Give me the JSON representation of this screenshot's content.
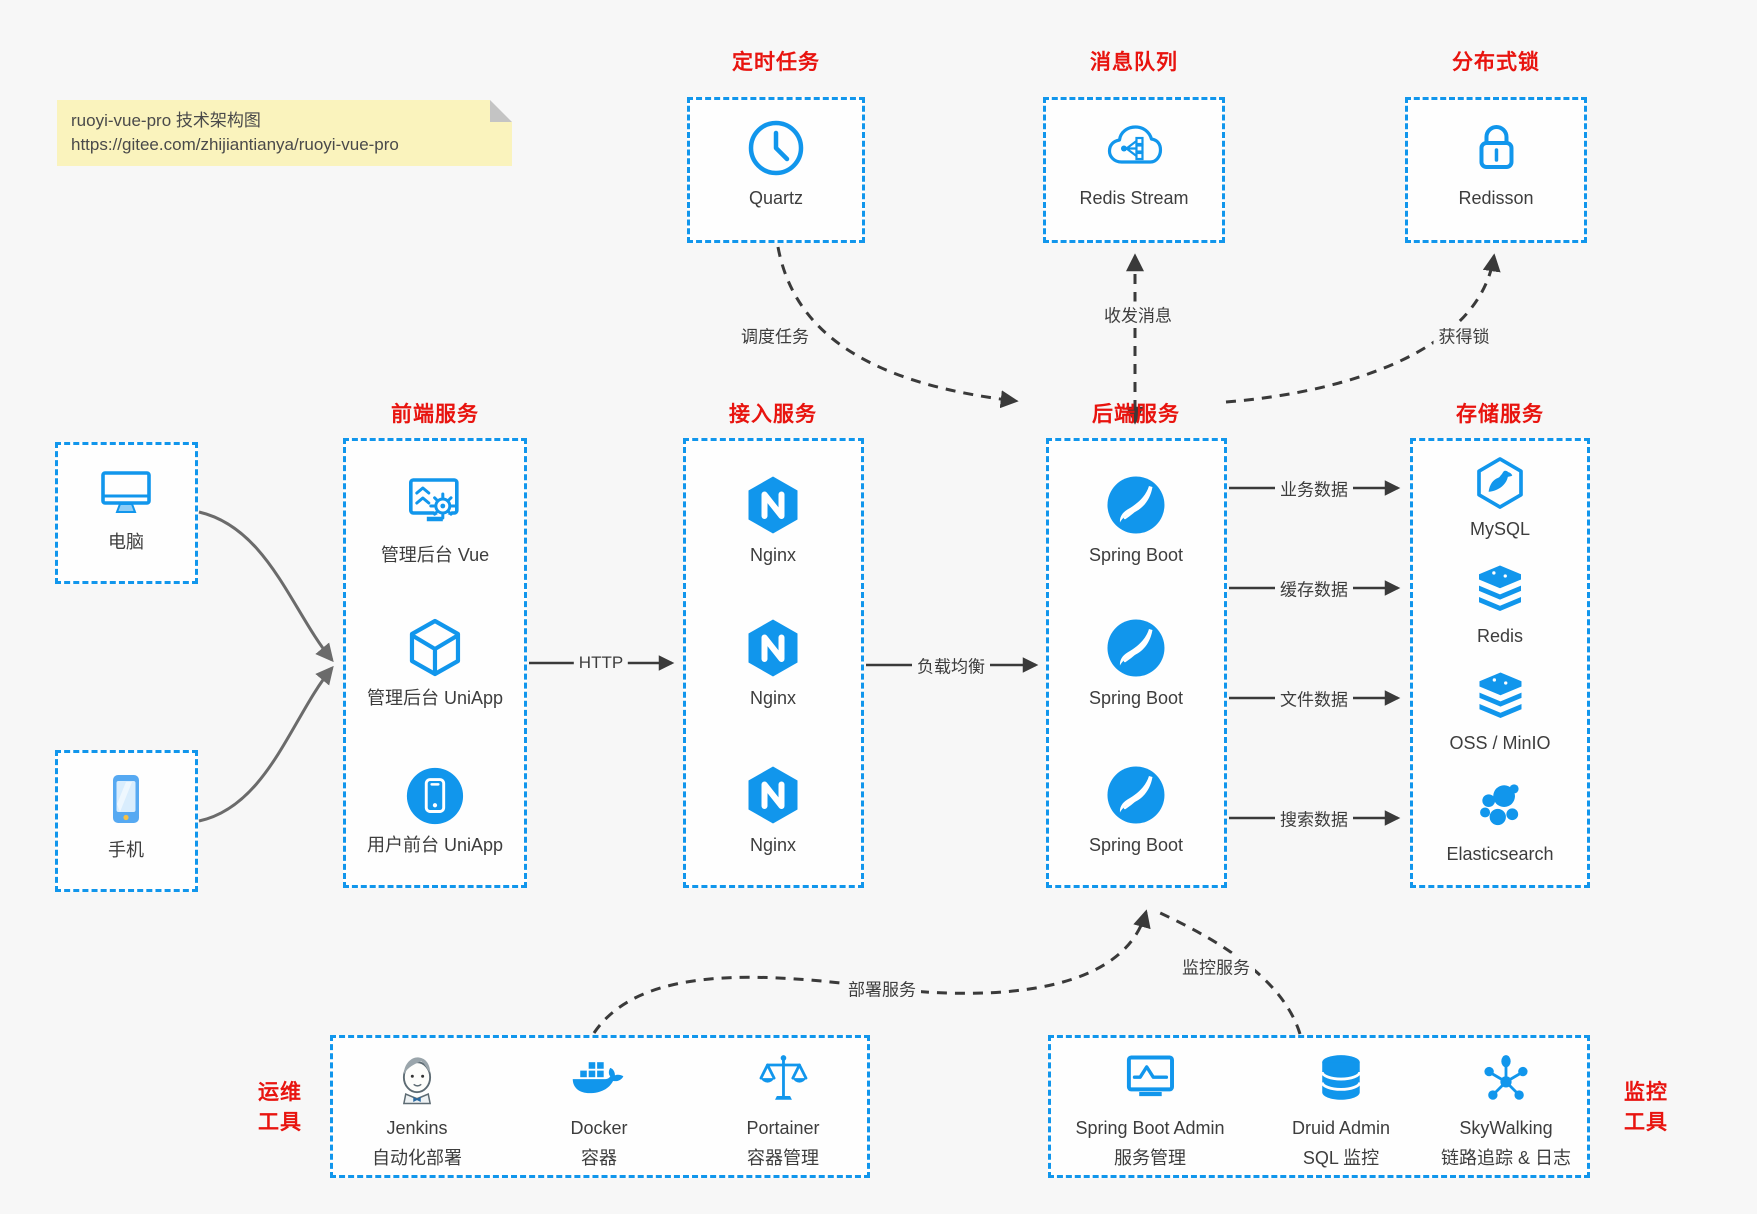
{
  "note": {
    "title": "ruoyi-vue-pro 技术架构图",
    "url": "https://gitee.com/zhijiantianya/ruoyi-vue-pro"
  },
  "colors": {
    "accent_blue": "#1196ec",
    "title_red": "#e8140f",
    "note_yellow": "#faf3bd",
    "arrow_dark": "#3a3a3a",
    "arrow_gray": "#6b6b6b",
    "page_bg": "#f7f7f7"
  },
  "top_groups": {
    "scheduler": {
      "title": "定时任务",
      "item": {
        "label": "Quartz",
        "icon": "clock-icon"
      }
    },
    "mq": {
      "title": "消息队列",
      "item": {
        "label": "Redis Stream",
        "icon": "cloud-stream-icon"
      }
    },
    "lock": {
      "title": "分布式锁",
      "item": {
        "label": "Redisson",
        "icon": "lock-icon"
      }
    }
  },
  "clients": {
    "pc": {
      "label": "电脑",
      "icon": "desktop-icon"
    },
    "mobile": {
      "label": "手机",
      "icon": "smartphone-icon"
    }
  },
  "columns": {
    "frontend": {
      "title": "前端服务",
      "items": [
        {
          "label": "管理后台 Vue",
          "icon": "admin-vue-icon"
        },
        {
          "label": "管理后台 UniApp",
          "icon": "uniapp-cube-icon"
        },
        {
          "label": "用户前台 UniApp",
          "icon": "user-uniapp-icon"
        }
      ]
    },
    "gateway": {
      "title": "接入服务",
      "items": [
        {
          "label": "Nginx",
          "icon": "nginx-icon"
        },
        {
          "label": "Nginx",
          "icon": "nginx-icon"
        },
        {
          "label": "Nginx",
          "icon": "nginx-icon"
        }
      ]
    },
    "backend": {
      "title": "后端服务",
      "items": [
        {
          "label": "Spring Boot",
          "icon": "spring-icon"
        },
        {
          "label": "Spring Boot",
          "icon": "spring-icon"
        },
        {
          "label": "Spring Boot",
          "icon": "spring-icon"
        }
      ]
    },
    "storage": {
      "title": "存储服务",
      "items": [
        {
          "label": "MySQL",
          "icon": "mysql-icon"
        },
        {
          "label": "Redis",
          "icon": "redis-stack-icon"
        },
        {
          "label": "OSS / MinIO",
          "icon": "storage-stack-icon"
        },
        {
          "label": "Elasticsearch",
          "icon": "elasticsearch-icon"
        }
      ]
    }
  },
  "bottom_groups": {
    "ops": {
      "title_line1": "运维",
      "title_line2": "工具",
      "items": [
        {
          "label": "Jenkins",
          "sublabel": "自动化部署",
          "icon": "jenkins-icon"
        },
        {
          "label": "Docker",
          "sublabel": "容器",
          "icon": "docker-icon"
        },
        {
          "label": "Portainer",
          "sublabel": "容器管理",
          "icon": "portainer-icon"
        }
      ]
    },
    "monitoring": {
      "title_line1": "监控",
      "title_line2": "工具",
      "items": [
        {
          "label": "Spring Boot Admin",
          "sublabel": "服务管理",
          "icon": "springboot-admin-icon"
        },
        {
          "label": "Druid Admin",
          "sublabel": "SQL 监控",
          "icon": "druid-icon"
        },
        {
          "label": "SkyWalking",
          "sublabel": "链路追踪 & 日志",
          "icon": "skywalking-icon"
        }
      ]
    }
  },
  "edges": {
    "http": "HTTP",
    "load_balance": "负载均衡",
    "schedule": "调度任务",
    "message": "收发消息",
    "acquire_lock": "获得锁",
    "business_data": "业务数据",
    "cache_data": "缓存数据",
    "file_data": "文件数据",
    "search_data": "搜索数据",
    "deploy": "部署服务",
    "monitor": "监控服务"
  }
}
